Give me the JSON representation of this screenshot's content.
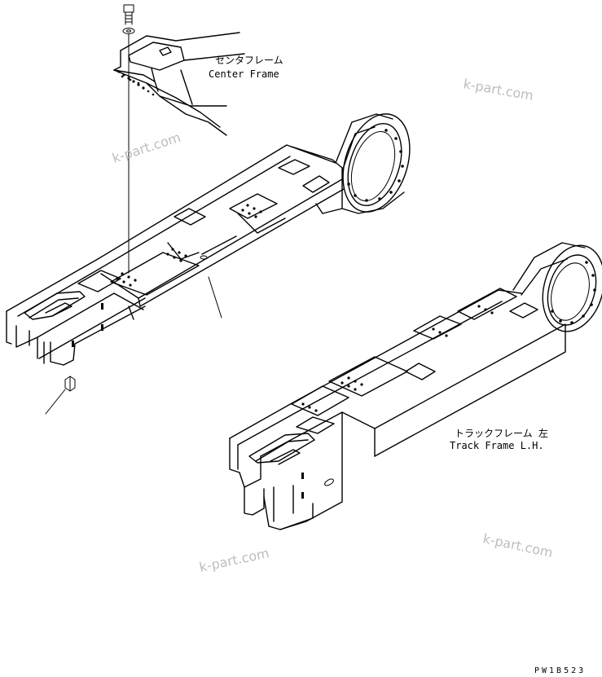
{
  "labels": {
    "center_frame_jp": "センタフレーム",
    "center_frame_en": "Center Frame",
    "track_frame_jp": "トラックフレーム 左",
    "track_frame_en": "Track Frame L.H."
  },
  "watermarks": [
    "k-part.com",
    "k-part.com",
    "k-part.com",
    "k-part.com"
  ],
  "drawing_code": "PW1B523"
}
